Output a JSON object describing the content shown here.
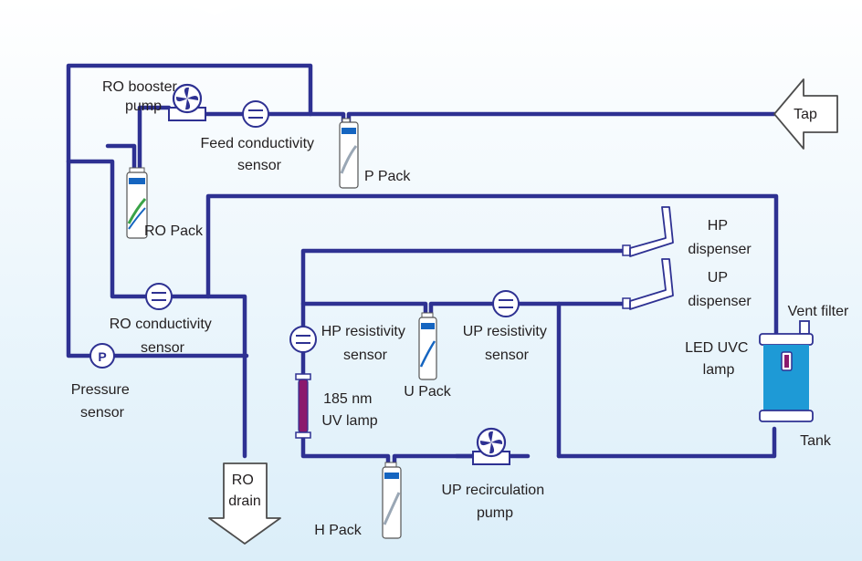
{
  "colors": {
    "pipe": "#2e3192",
    "background_top": "#ffffff",
    "background_bottom": "#dbeef9",
    "tank": "#1e9ad6",
    "uv_lamp": "#8b1a6d",
    "pack_blue": "#1565c0",
    "pack_green": "#3aa348"
  },
  "labels": {
    "ro_booster_pump": [
      "RO booster",
      "pump"
    ],
    "feed_conductivity_sensor": [
      "Feed conductivity",
      "sensor"
    ],
    "p_pack": "P Pack",
    "tap": "Tap",
    "ro_pack": "RO Pack",
    "hp_dispenser": [
      "HP",
      "dispenser"
    ],
    "up_dispenser": [
      "UP",
      "dispenser"
    ],
    "vent_filter": "Vent filter",
    "led_uvc_lamp": [
      "LED UVC",
      "lamp"
    ],
    "tank": "Tank",
    "ro_conductivity_sensor": [
      "RO conductivity",
      "sensor"
    ],
    "pressure_sensor": [
      "Pressure",
      "sensor"
    ],
    "pressure_symbol": "P",
    "hp_resistivity_sensor": [
      "HP resistivity",
      "sensor"
    ],
    "up_resistivity_sensor": [
      "UP resistivity",
      "sensor"
    ],
    "u_pack": "U Pack",
    "uv_lamp_185": [
      "185 nm",
      "UV lamp"
    ],
    "ro_drain": [
      "RO",
      "drain"
    ],
    "h_pack": "H Pack",
    "up_recirculation_pump": [
      "UP recirculation",
      "pump"
    ]
  }
}
